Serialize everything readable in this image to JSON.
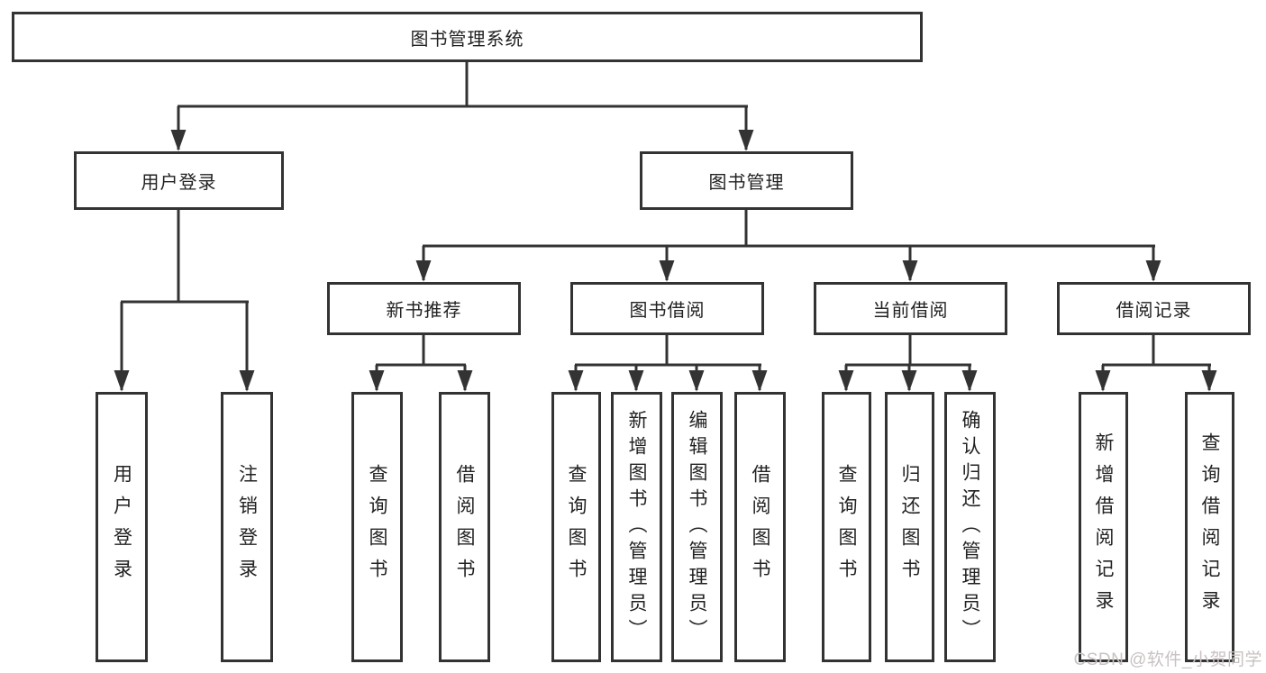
{
  "diagram": {
    "root": {
      "label": "图书管理系统"
    },
    "level2": {
      "user_login": {
        "label": "用户登录"
      },
      "book_mgmt": {
        "label": "图书管理"
      }
    },
    "level3": {
      "new_book_rec": {
        "label": "新书推荐"
      },
      "book_borrow": {
        "label": "图书借阅"
      },
      "current_borrow": {
        "label": "当前借阅"
      },
      "borrow_record": {
        "label": "借阅记录"
      }
    },
    "leaves": {
      "user_login": [
        "用户登录",
        "注销登录"
      ],
      "new_book_rec": [
        "查询图书",
        "借阅图书"
      ],
      "book_borrow": [
        "查询图书",
        "新增图书（管理员）",
        "编辑图书（管理员）",
        "借阅图书"
      ],
      "current_borrow": [
        "查询图书",
        "归还图书",
        "确认归还（管理员）"
      ],
      "borrow_record": [
        "新增借阅记录",
        "查询借阅记录"
      ]
    }
  },
  "watermark": {
    "text": "CSDN @软件_小贺同学",
    "color": "#c9c2c2"
  },
  "colors": {
    "line": "#333333",
    "box_border": "#333333",
    "box_fill": "#ffffff",
    "text": "#222222",
    "background": "#ffffff"
  }
}
